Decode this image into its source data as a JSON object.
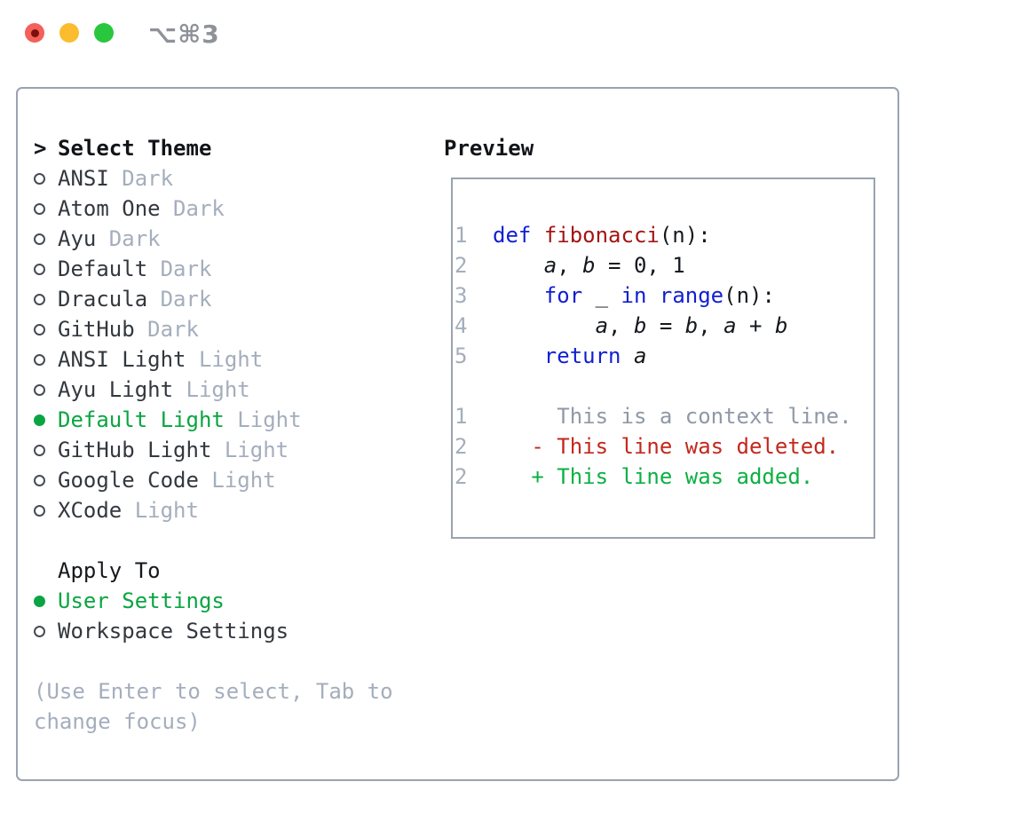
{
  "titlebar": {
    "shortcut": "⌥⌘3",
    "buttons": [
      "close",
      "minimize",
      "zoom"
    ]
  },
  "theme_list": {
    "cursor": ">",
    "header": "Select Theme",
    "items": [
      {
        "name": "ANSI",
        "variant": "Dark",
        "selected": false
      },
      {
        "name": "Atom One",
        "variant": "Dark",
        "selected": false
      },
      {
        "name": "Ayu",
        "variant": "Dark",
        "selected": false
      },
      {
        "name": "Default",
        "variant": "Dark",
        "selected": false
      },
      {
        "name": "Dracula",
        "variant": "Dark",
        "selected": false
      },
      {
        "name": "GitHub",
        "variant": "Dark",
        "selected": false
      },
      {
        "name": "ANSI Light",
        "variant": "Light",
        "selected": false
      },
      {
        "name": "Ayu Light",
        "variant": "Light",
        "selected": false
      },
      {
        "name": "Default Light",
        "variant": "Light",
        "selected": true
      },
      {
        "name": "GitHub Light",
        "variant": "Light",
        "selected": false
      },
      {
        "name": "Google Code",
        "variant": "Light",
        "selected": false
      },
      {
        "name": "XCode",
        "variant": "Light",
        "selected": false
      }
    ]
  },
  "apply_to": {
    "header": "Apply To",
    "options": [
      {
        "label": "User Settings",
        "selected": true
      },
      {
        "label": "Workspace Settings",
        "selected": false
      }
    ]
  },
  "hint": "(Use Enter to select, Tab to change focus)",
  "preview": {
    "header": "Preview",
    "lines": [
      {
        "num": "1",
        "tokens": [
          {
            "text": "def",
            "style": "keyword"
          },
          {
            "text": " ",
            "style": "plain"
          },
          {
            "text": "fibonacci",
            "style": "function"
          },
          {
            "text": "(n):",
            "style": "plain"
          }
        ]
      },
      {
        "num": "2",
        "tokens": [
          {
            "text": "    ",
            "style": "plain"
          },
          {
            "text": "a",
            "style": "variable"
          },
          {
            "text": ", ",
            "style": "plain"
          },
          {
            "text": "b",
            "style": "variable"
          },
          {
            "text": " = 0, 1",
            "style": "plain"
          }
        ]
      },
      {
        "num": "3",
        "tokens": [
          {
            "text": "    ",
            "style": "plain"
          },
          {
            "text": "for",
            "style": "keyword"
          },
          {
            "text": " _ ",
            "style": "plain"
          },
          {
            "text": "in",
            "style": "keyword"
          },
          {
            "text": " ",
            "style": "plain"
          },
          {
            "text": "range",
            "style": "keyword"
          },
          {
            "text": "(n):",
            "style": "plain"
          }
        ]
      },
      {
        "num": "4",
        "tokens": [
          {
            "text": "        ",
            "style": "plain"
          },
          {
            "text": "a",
            "style": "variable"
          },
          {
            "text": ", ",
            "style": "plain"
          },
          {
            "text": "b",
            "style": "variable"
          },
          {
            "text": " = ",
            "style": "plain"
          },
          {
            "text": "b",
            "style": "variable"
          },
          {
            "text": ", ",
            "style": "plain"
          },
          {
            "text": "a",
            "style": "variable"
          },
          {
            "text": " + ",
            "style": "plain"
          },
          {
            "text": "b",
            "style": "variable"
          }
        ]
      },
      {
        "num": "5",
        "tokens": [
          {
            "text": "    ",
            "style": "plain"
          },
          {
            "text": "return",
            "style": "keyword"
          },
          {
            "text": " ",
            "style": "plain"
          },
          {
            "text": "a",
            "style": "variable"
          }
        ]
      },
      {
        "num": "",
        "tokens": []
      },
      {
        "num": "1",
        "tokens": [
          {
            "text": "     This is a context line.",
            "style": "context"
          }
        ]
      },
      {
        "num": "2",
        "tokens": [
          {
            "text": "   - This line was deleted.",
            "style": "deleted"
          }
        ]
      },
      {
        "num": "2",
        "tokens": [
          {
            "text": "   + This line was added.",
            "style": "added"
          }
        ]
      }
    ]
  },
  "colors": {
    "selected_green": "#0aa542",
    "keyword_blue": "#101fd2",
    "function_red": "#a31515",
    "deleted_red": "#c3281c",
    "added_green": "#0cb043",
    "muted_gray": "#a4aebc",
    "context_gray": "#8f99a6",
    "border_gray": "#9aa3af",
    "traffic_red": "#f4605a",
    "traffic_yellow": "#fbbd2e",
    "traffic_green": "#29c73d"
  }
}
